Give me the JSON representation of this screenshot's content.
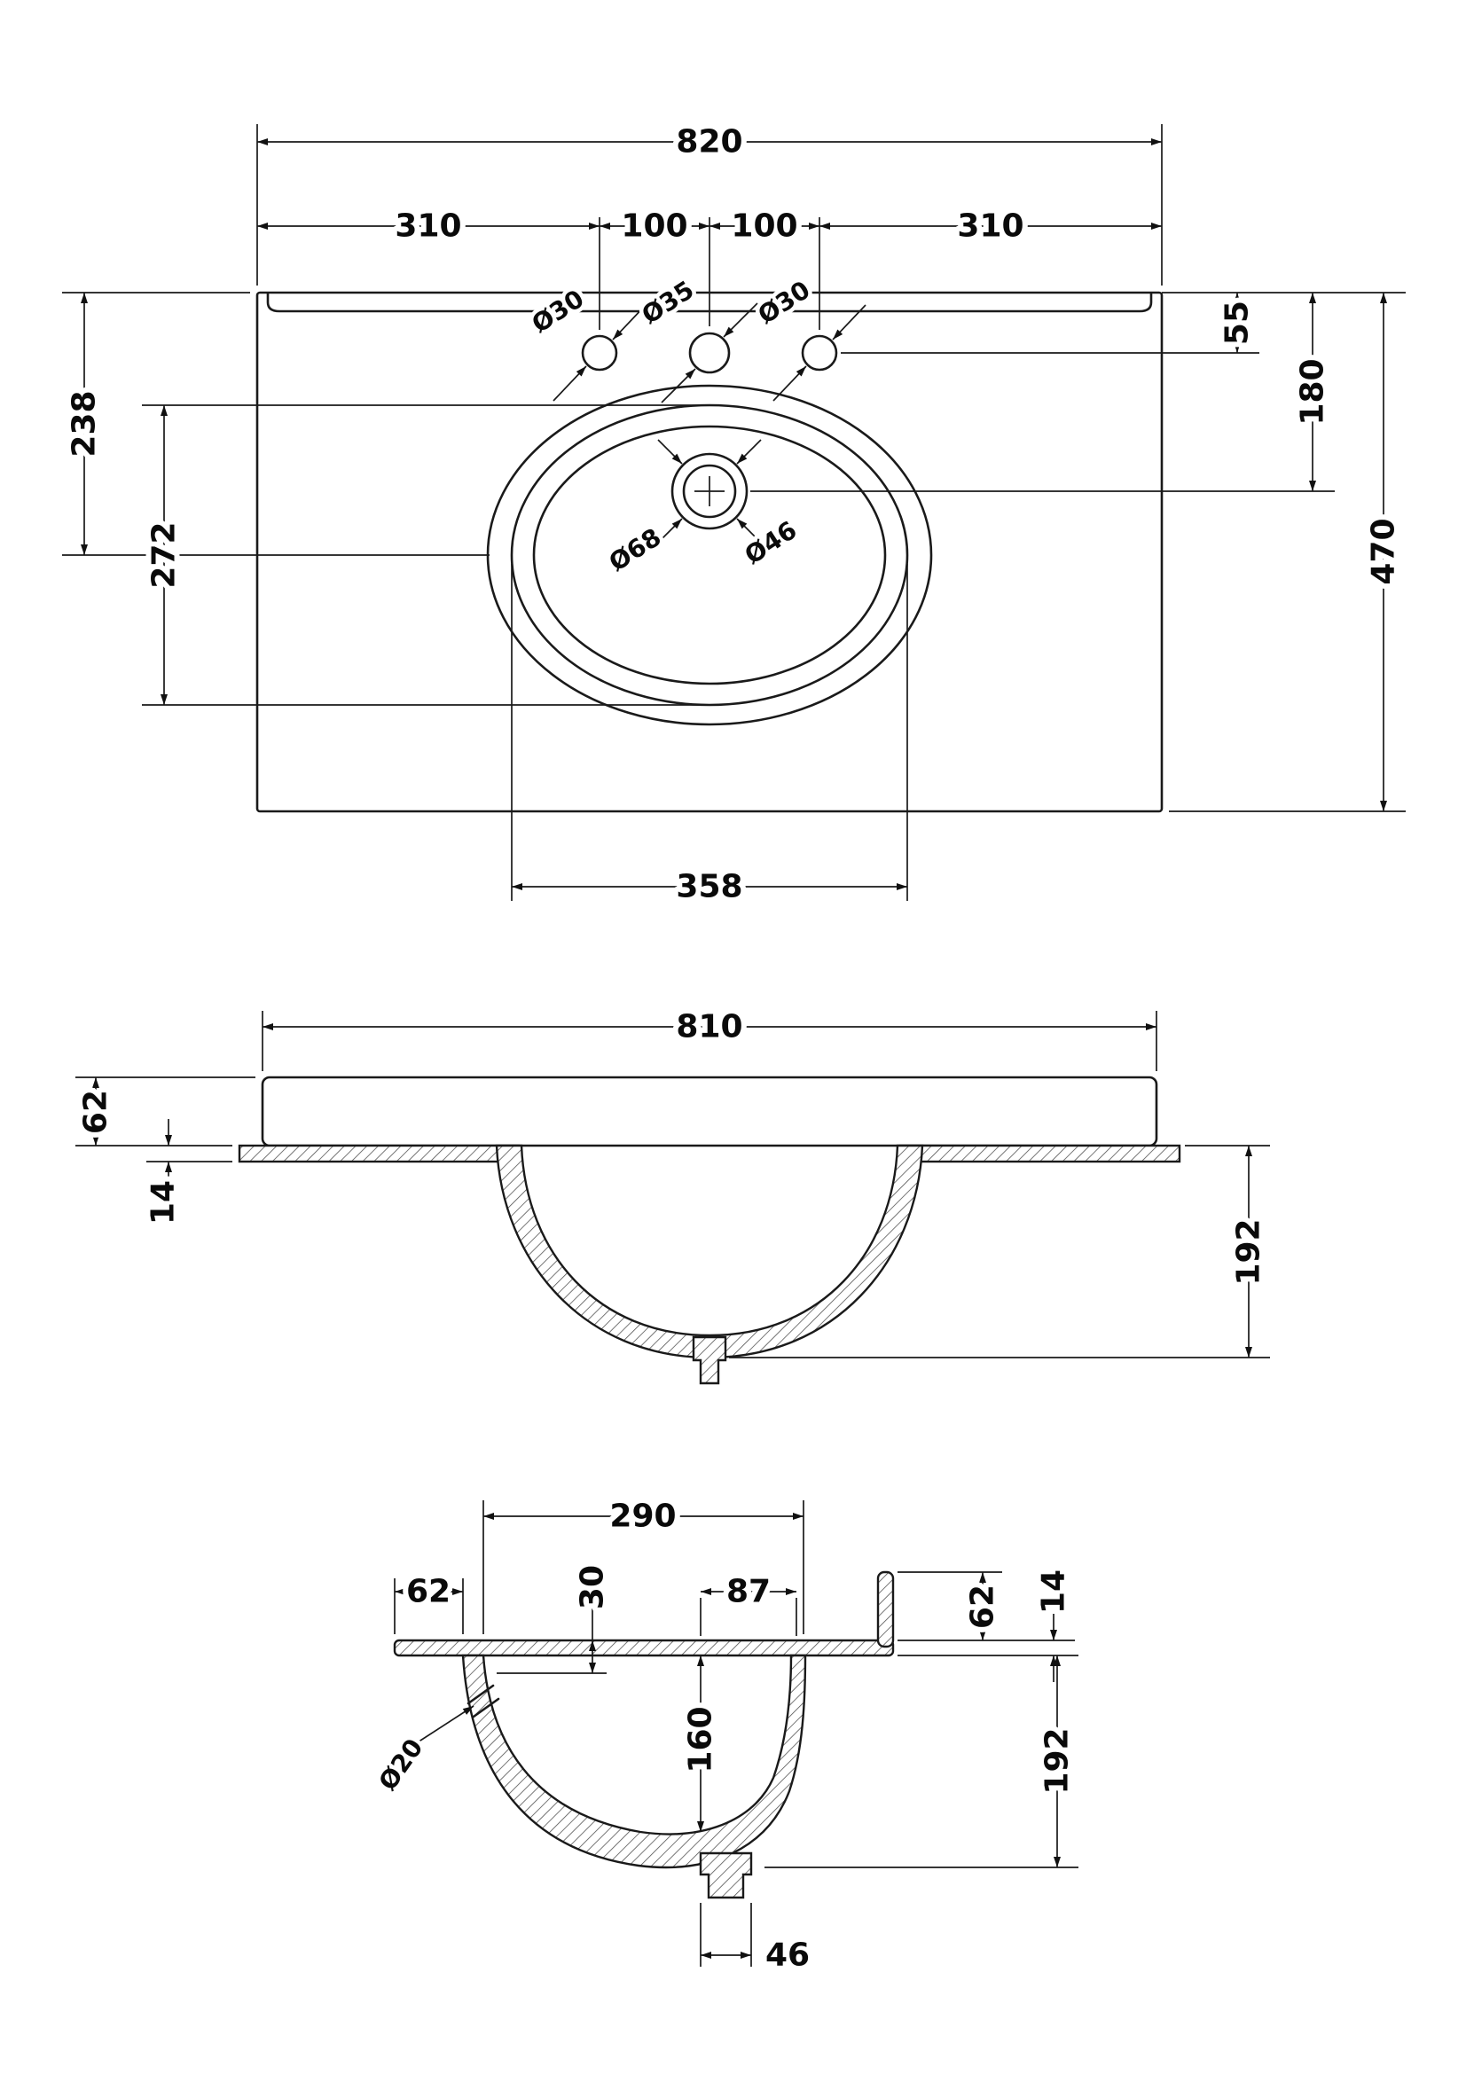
{
  "top_view": {
    "width_total": "820",
    "w1": "310",
    "w2": "100",
    "w3": "100",
    "w4": "310",
    "tap_left": "Ø30",
    "tap_mid": "Ø35",
    "tap_right": "Ø30",
    "rim_to_taps": "55",
    "rim_to_waste": "180",
    "depth_total": "470",
    "rim_to_bowl_centre": "238",
    "bowl_length": "272",
    "bowl_width": "358",
    "waste_outer": "Ø68",
    "waste_inner": "Ø46"
  },
  "front_view": {
    "width": "810",
    "rim_height": "62",
    "ledge_thickness": "14",
    "bowl_depth": "192"
  },
  "side_view": {
    "bowl_opening": "290",
    "front_ledge": "62",
    "overflow_drop": "30",
    "waste_to_back": "87",
    "upstand_height": "62",
    "ledge_thickness": "14",
    "overflow_hole": "Ø20",
    "bowl_inner_depth": "160",
    "bowl_outer_depth": "192",
    "waste_outlet": "46"
  }
}
